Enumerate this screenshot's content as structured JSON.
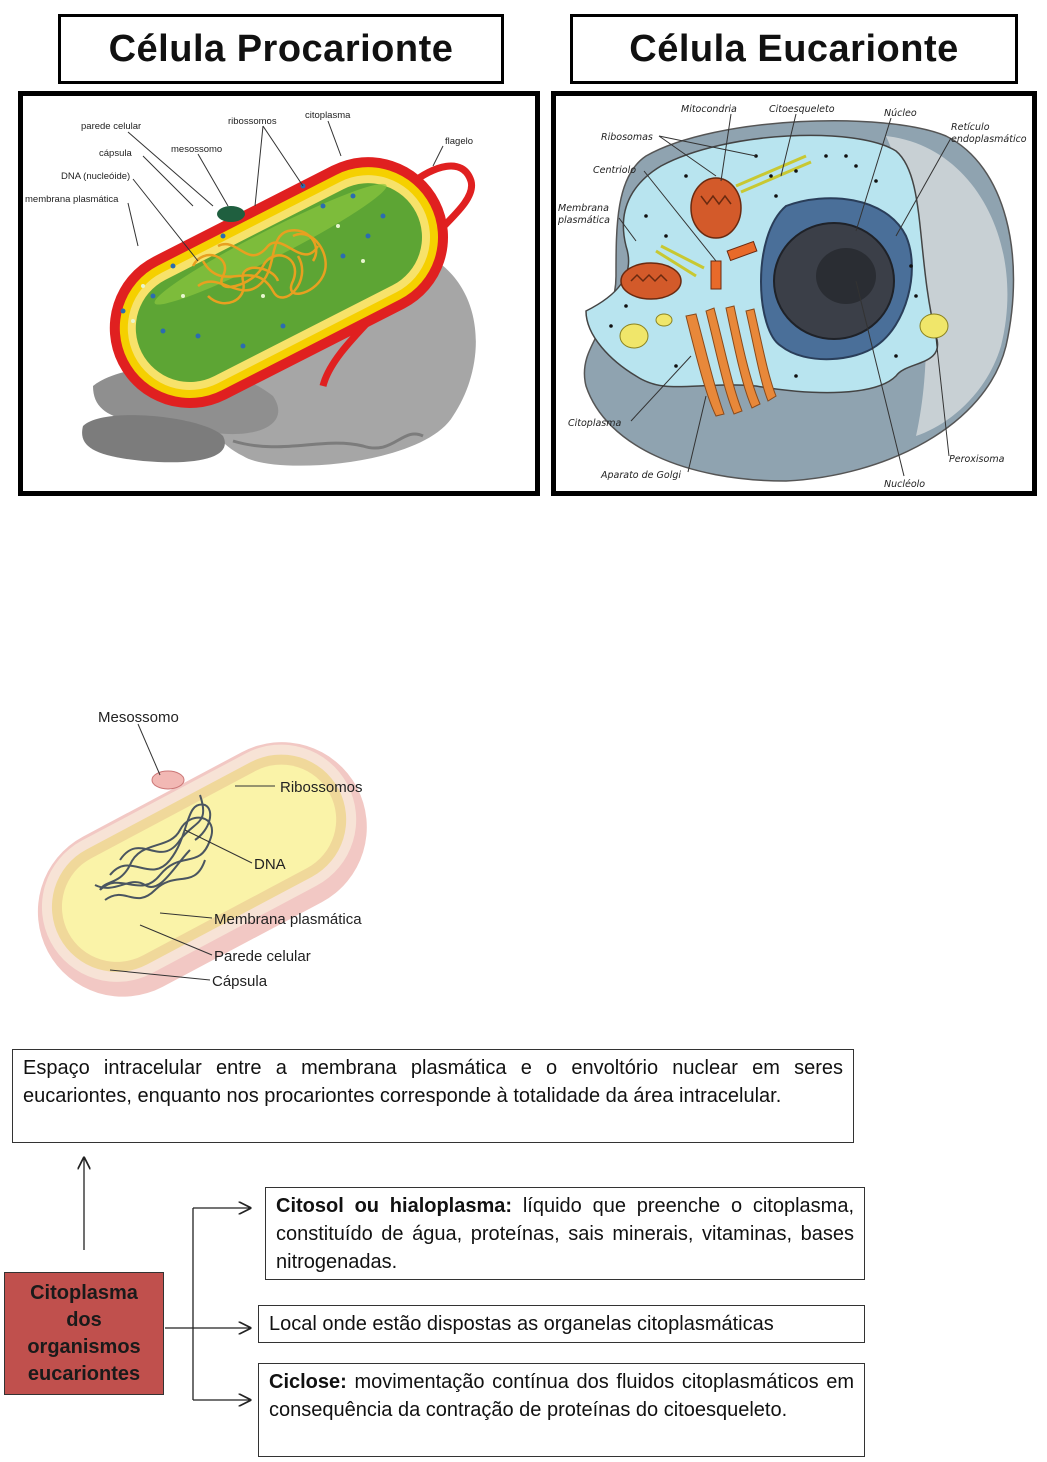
{
  "titles": {
    "prokaryote": "Célula Procarionte",
    "eukaryote": "Célula Eucarionte"
  },
  "prokaryote_labels": {
    "cell_wall": "parede celular",
    "ribosomes": "ribossomos",
    "cytoplasm": "citoplasma",
    "capsule": "cápsula",
    "mesosome": "mesossomo",
    "flagellum": "flagelo",
    "dna": "DNA (nucleóide)",
    "plasma_membrane": "membrana plasmática"
  },
  "eukaryote_labels": {
    "mitochondria": "Mitocondria",
    "cytoskeleton": "Citoesqueleto",
    "nucleus": "Núcleo",
    "er_line1": "Retículo",
    "er_line2": "endoplasmático",
    "ribosomes": "Ribosomas",
    "centriole": "Centriolo",
    "membrane_line1": "Membrana",
    "membrane_line2": "plasmática",
    "cytoplasm": "Citoplasma",
    "golgi": "Aparato de Golgi",
    "nucleolus": "Nucléolo",
    "peroxisome": "Peroxisoma"
  },
  "bacterium_labels": {
    "mesosome": "Mesossomo",
    "ribosomes": "Ribossomos",
    "dna": "DNA",
    "plasma_membrane": "Membrana plasmática",
    "cell_wall": "Parede celular",
    "capsule": "Cápsula"
  },
  "definition": {
    "text": "Espaço intracelular entre a membrana plasmática e o envoltório nuclear em seres eucariontes, enquanto nos procariontes corresponde à totalidade da área intracelular."
  },
  "concept": {
    "line1": "Citoplasma",
    "line2": "dos",
    "line3": "organismos",
    "line4": "eucariontes"
  },
  "branches": {
    "cytosol_term": "Citosol ou hialoplasma:",
    "cytosol_text": " líquido que preenche o citoplasma, constituído de  água, proteínas, sais minerais, vitaminas, bases nitrogenadas.",
    "organelles_text": "Local onde estão dispostas as organelas citoplasmáticas",
    "cyclosis_term": "Ciclose:",
    "cyclosis_text": " movimentação contínua dos fluidos citoplasmáticos em consequência da contração de proteínas do citoesqueleto."
  },
  "colors": {
    "concept_box": "#c0504d",
    "cell_wall_red": "#e02020",
    "capsule_yellow": "#f5d000",
    "prokaryote_cytoplasm": "#5da534",
    "eukaryote_cytoplasm": "#b8e4ef"
  }
}
